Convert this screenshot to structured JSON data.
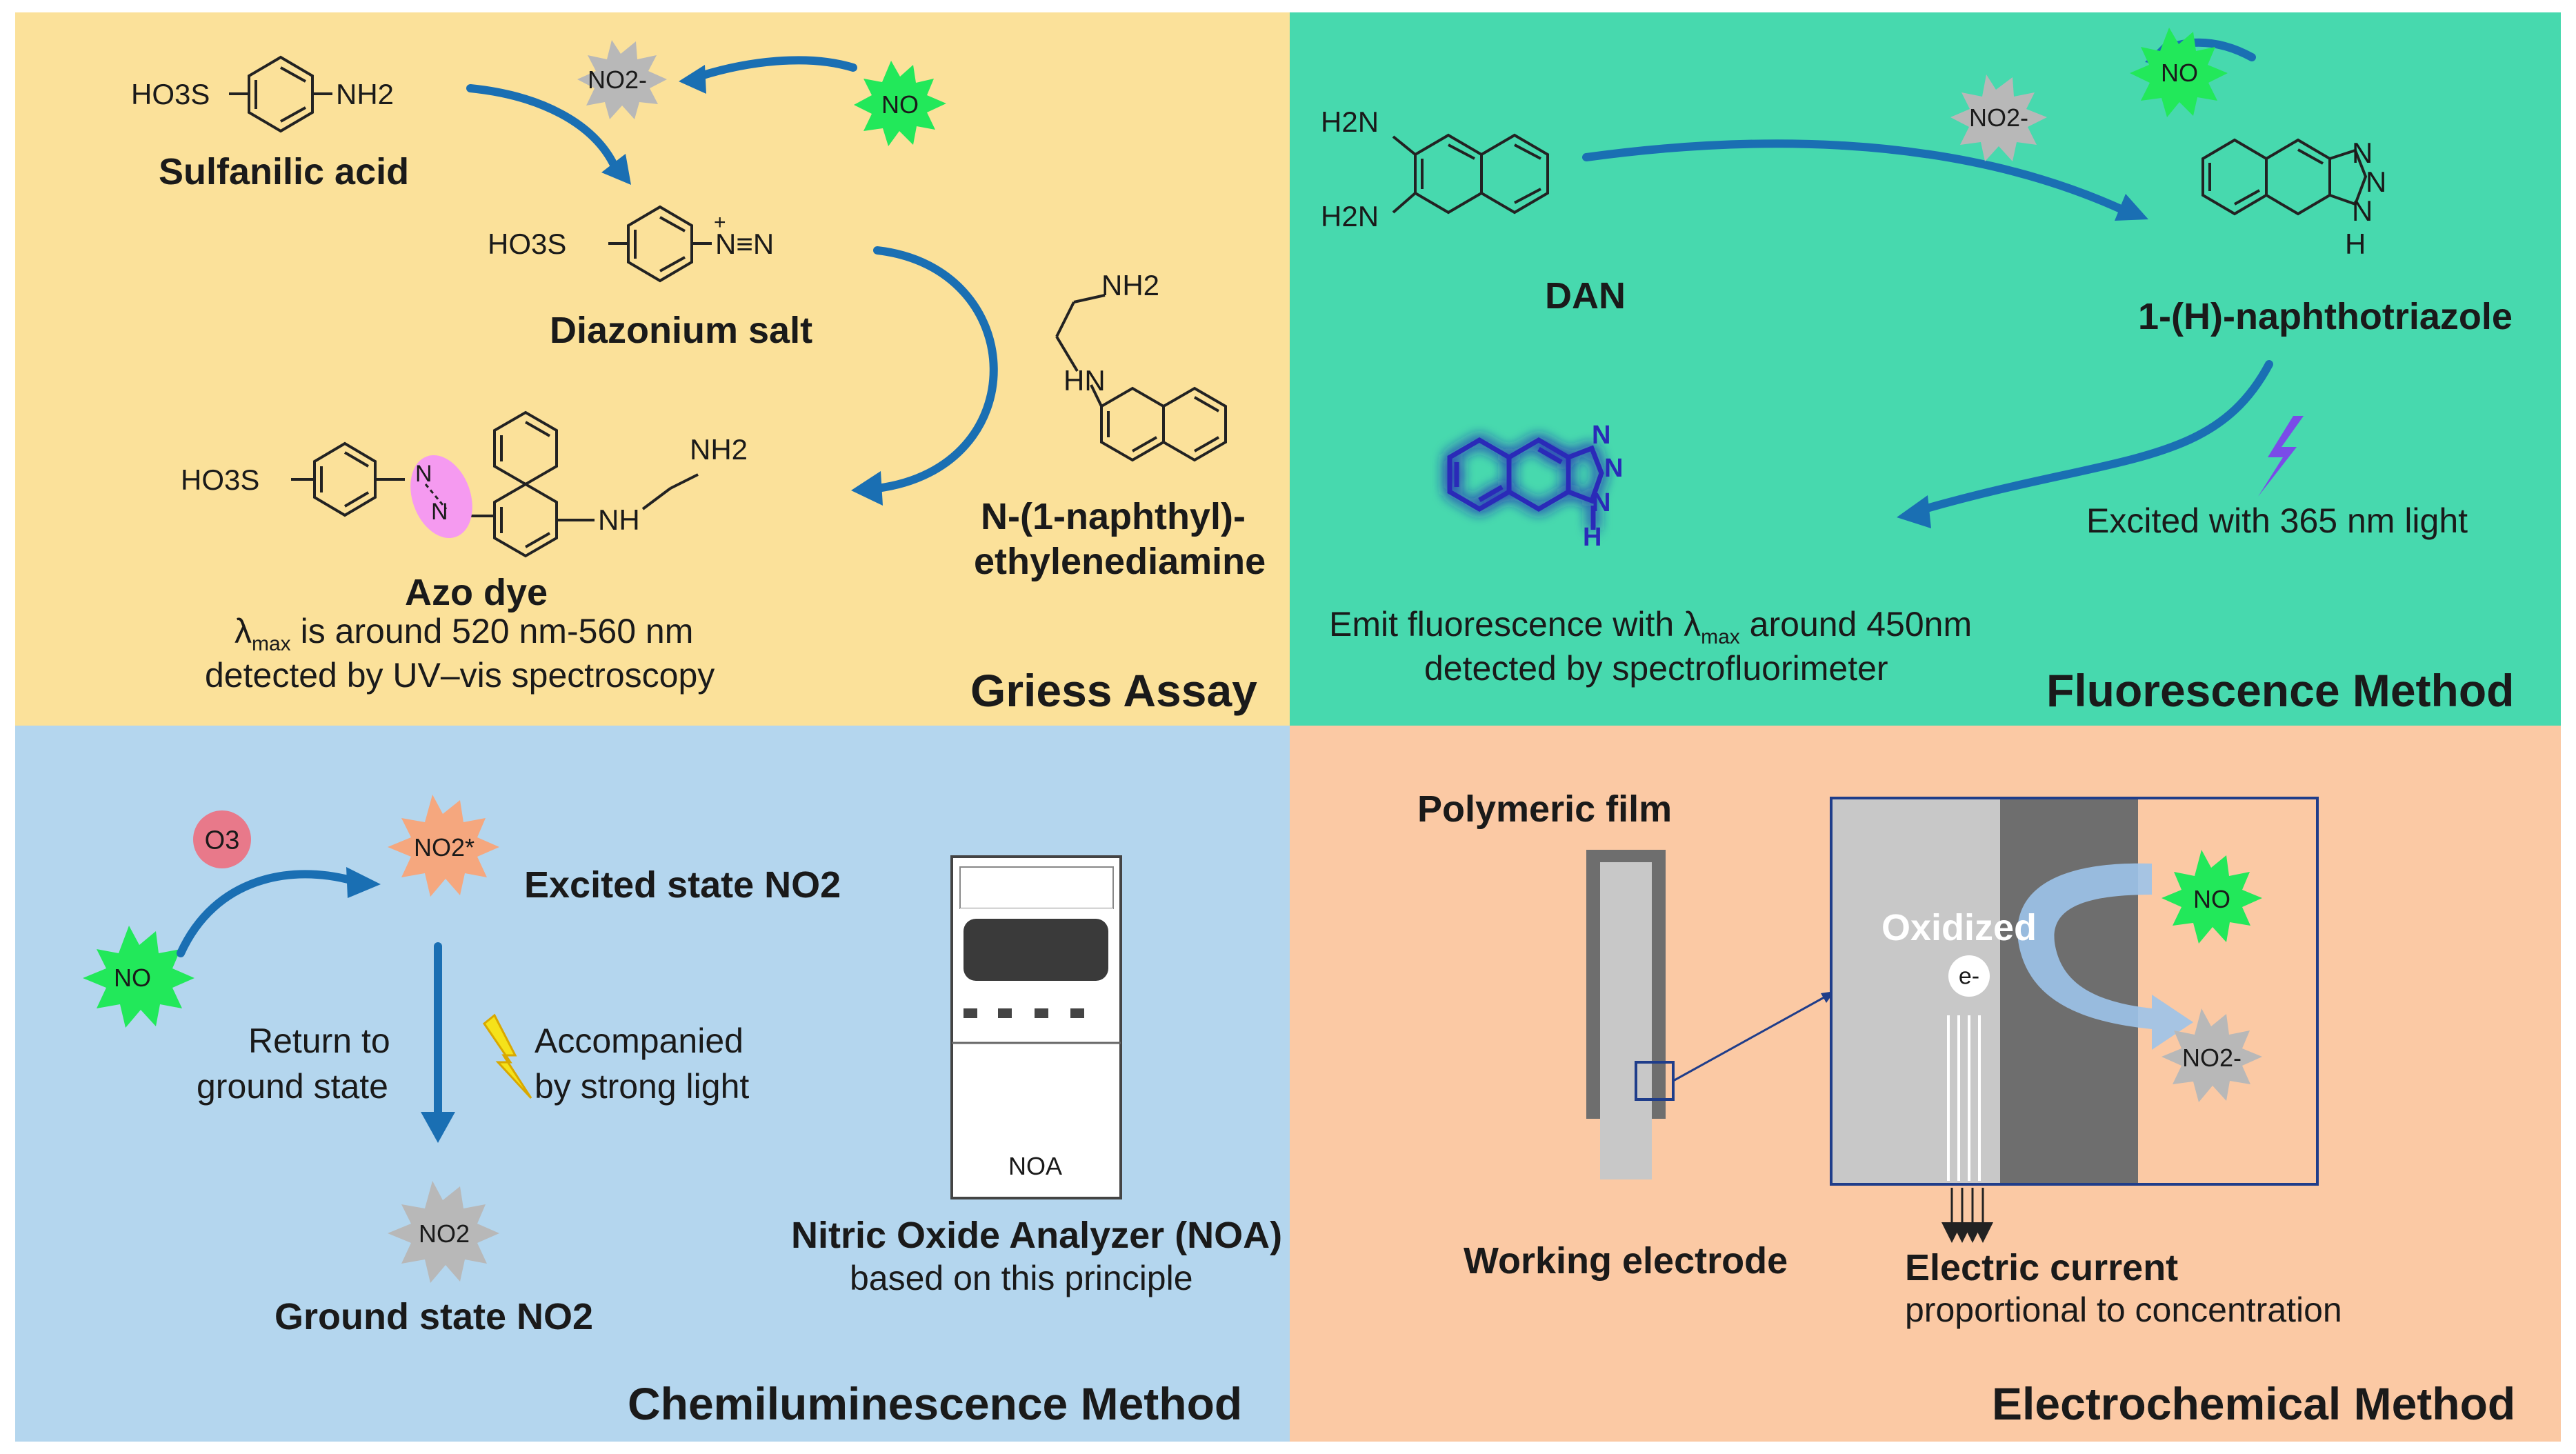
{
  "colors": {
    "griess_bg": "#fbe19a",
    "fluor_bg": "#47d9ae",
    "chemi_bg": "#b4d6ee",
    "electro_bg": "#fbc9a4",
    "arrow_blue": "#1a6fb3",
    "no_burst": "#22e85a",
    "no2_burst": "#b8b8b8",
    "o3_circle": "#e8798a",
    "no2_excited": "#f5a77e",
    "azo_highlight": "#f59af0"
  },
  "griess": {
    "title": "Griess Assay",
    "sulfanilic_formula_left": "HO3S",
    "sulfanilic_formula_right": "NH2",
    "sulfanilic_name": "Sulfanilic acid",
    "no2_label": "NO2-",
    "no_label": "NO",
    "diazonium_formula_left": "HO3S",
    "diazonium_formula_right": "N≡N",
    "diazonium_charge": "+",
    "diazonium_name": "Diazonium salt",
    "naphthyl_nh2": "NH2",
    "naphthyl_hn": "HN",
    "naphthyl_name_line1": "N-(1-naphthyl)-",
    "naphthyl_name_line2": "ethylenediamine",
    "azo_formula_left": "HO3S",
    "azo_n1": "N",
    "azo_n2": "N",
    "azo_nh": "NH",
    "azo_nh2": "NH2",
    "azo_name": "Azo dye",
    "lambda_prefix": "λ",
    "lambda_sub": "max",
    "lambda_text": "is around 520 nm-560 nm",
    "detected_text": "detected by UV–vis spectroscopy"
  },
  "fluorescence": {
    "title": "Fluorescence Method",
    "no_label": "NO",
    "no2_label": "NO2-",
    "dan_h2n_top": "H2N",
    "dan_h2n_bottom": "H2N",
    "dan_name": "DAN",
    "triazole_n1": "N",
    "triazole_n2": "N",
    "triazole_n3": "N",
    "triazole_h": "H",
    "triazole_name": "1-(H)-naphthotriazole",
    "excited_text": "Excited with 365 nm light",
    "glow_n1": "N",
    "glow_n2": "N",
    "glow_n3": "N",
    "glow_h": "H",
    "emit_prefix": "Emit fluorescence with λ",
    "emit_sub": "max",
    "emit_suffix": " around 450nm",
    "emit_line2": "detected by spectrofluorimeter"
  },
  "chemiluminescence": {
    "title": "Chemiluminescence Method",
    "o3_label": "O3",
    "no_label": "NO",
    "no2_excited_label": "NO2*",
    "excited_text": "Excited state NO2",
    "return_line1": "Return to",
    "return_line2": "ground state",
    "accompanied_line1": "Accompanied",
    "accompanied_line2": "by strong light",
    "no2_ground_label": "NO2",
    "ground_text": "Ground state NO2",
    "device_label": "NOA",
    "analyzer_line1": "Nitric Oxide Analyzer (NOA)",
    "analyzer_line2": "based on this principle"
  },
  "electrochemical": {
    "title": "Electrochemical Method",
    "film_label": "Polymeric film",
    "electrode_label": "Working electrode",
    "oxidized_label": "Oxidized",
    "electron_label": "e-",
    "no_label": "NO",
    "no2_label": "NO2-",
    "current_line1": "Electric current",
    "current_line2": "proportional to concentration"
  }
}
